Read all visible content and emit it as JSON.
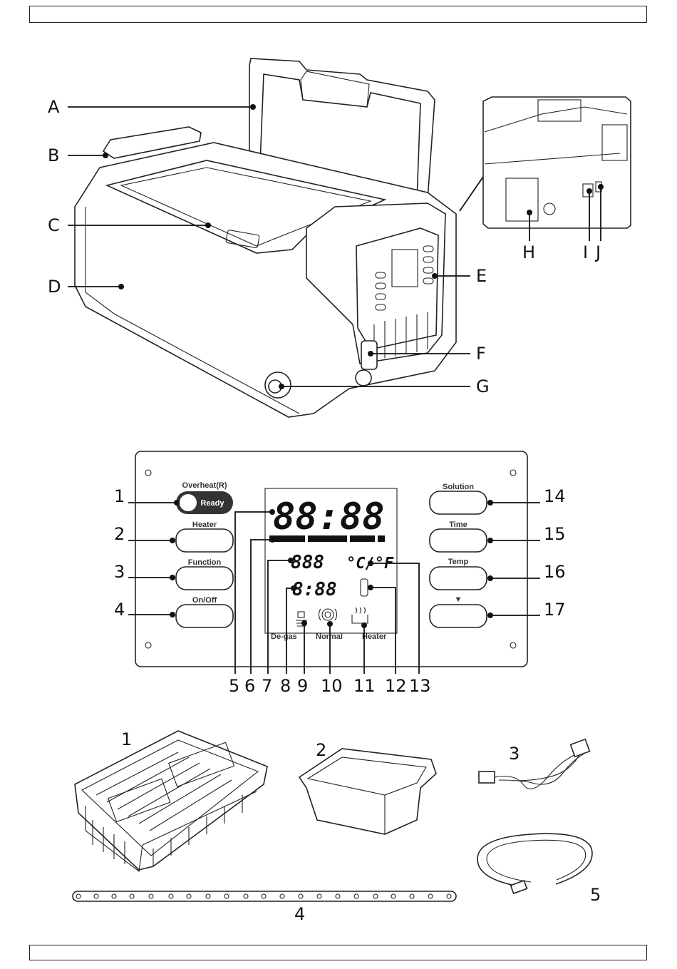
{
  "device_labels": [
    "A",
    "B",
    "C",
    "D",
    "E",
    "F",
    "G",
    "H",
    "I",
    "J"
  ],
  "panel": {
    "left_buttons": [
      "Overheat(R)",
      "Heater",
      "Function",
      "On/Off"
    ],
    "ready_text": "Ready",
    "right_buttons": [
      "Solution",
      "Time",
      "Temp",
      "▼"
    ],
    "display": {
      "main_digits": "88:88",
      "temp_digits": "888",
      "temp_unit": "°C/°F",
      "small_digits": "8:88",
      "mode_labels": [
        "De-gas",
        "Normal",
        "Heater"
      ]
    },
    "left_numbers": [
      "1",
      "2",
      "3",
      "4"
    ],
    "right_numbers": [
      "14",
      "15",
      "16",
      "17"
    ],
    "bottom_numbers": [
      "5",
      "6",
      "7",
      "8",
      "9",
      "10",
      "11",
      "12",
      "13"
    ]
  },
  "accessories": {
    "numbers": [
      "1",
      "2",
      "3",
      "4",
      "5"
    ]
  },
  "icons": [
    "lid-icon",
    "handle-icon",
    "tank-icon",
    "control-panel-icon",
    "drain-valve-icon",
    "power-socket-icon",
    "basket-icon",
    "beaker-icon",
    "power-cord-icon",
    "hose-icon",
    "strap-icon"
  ]
}
